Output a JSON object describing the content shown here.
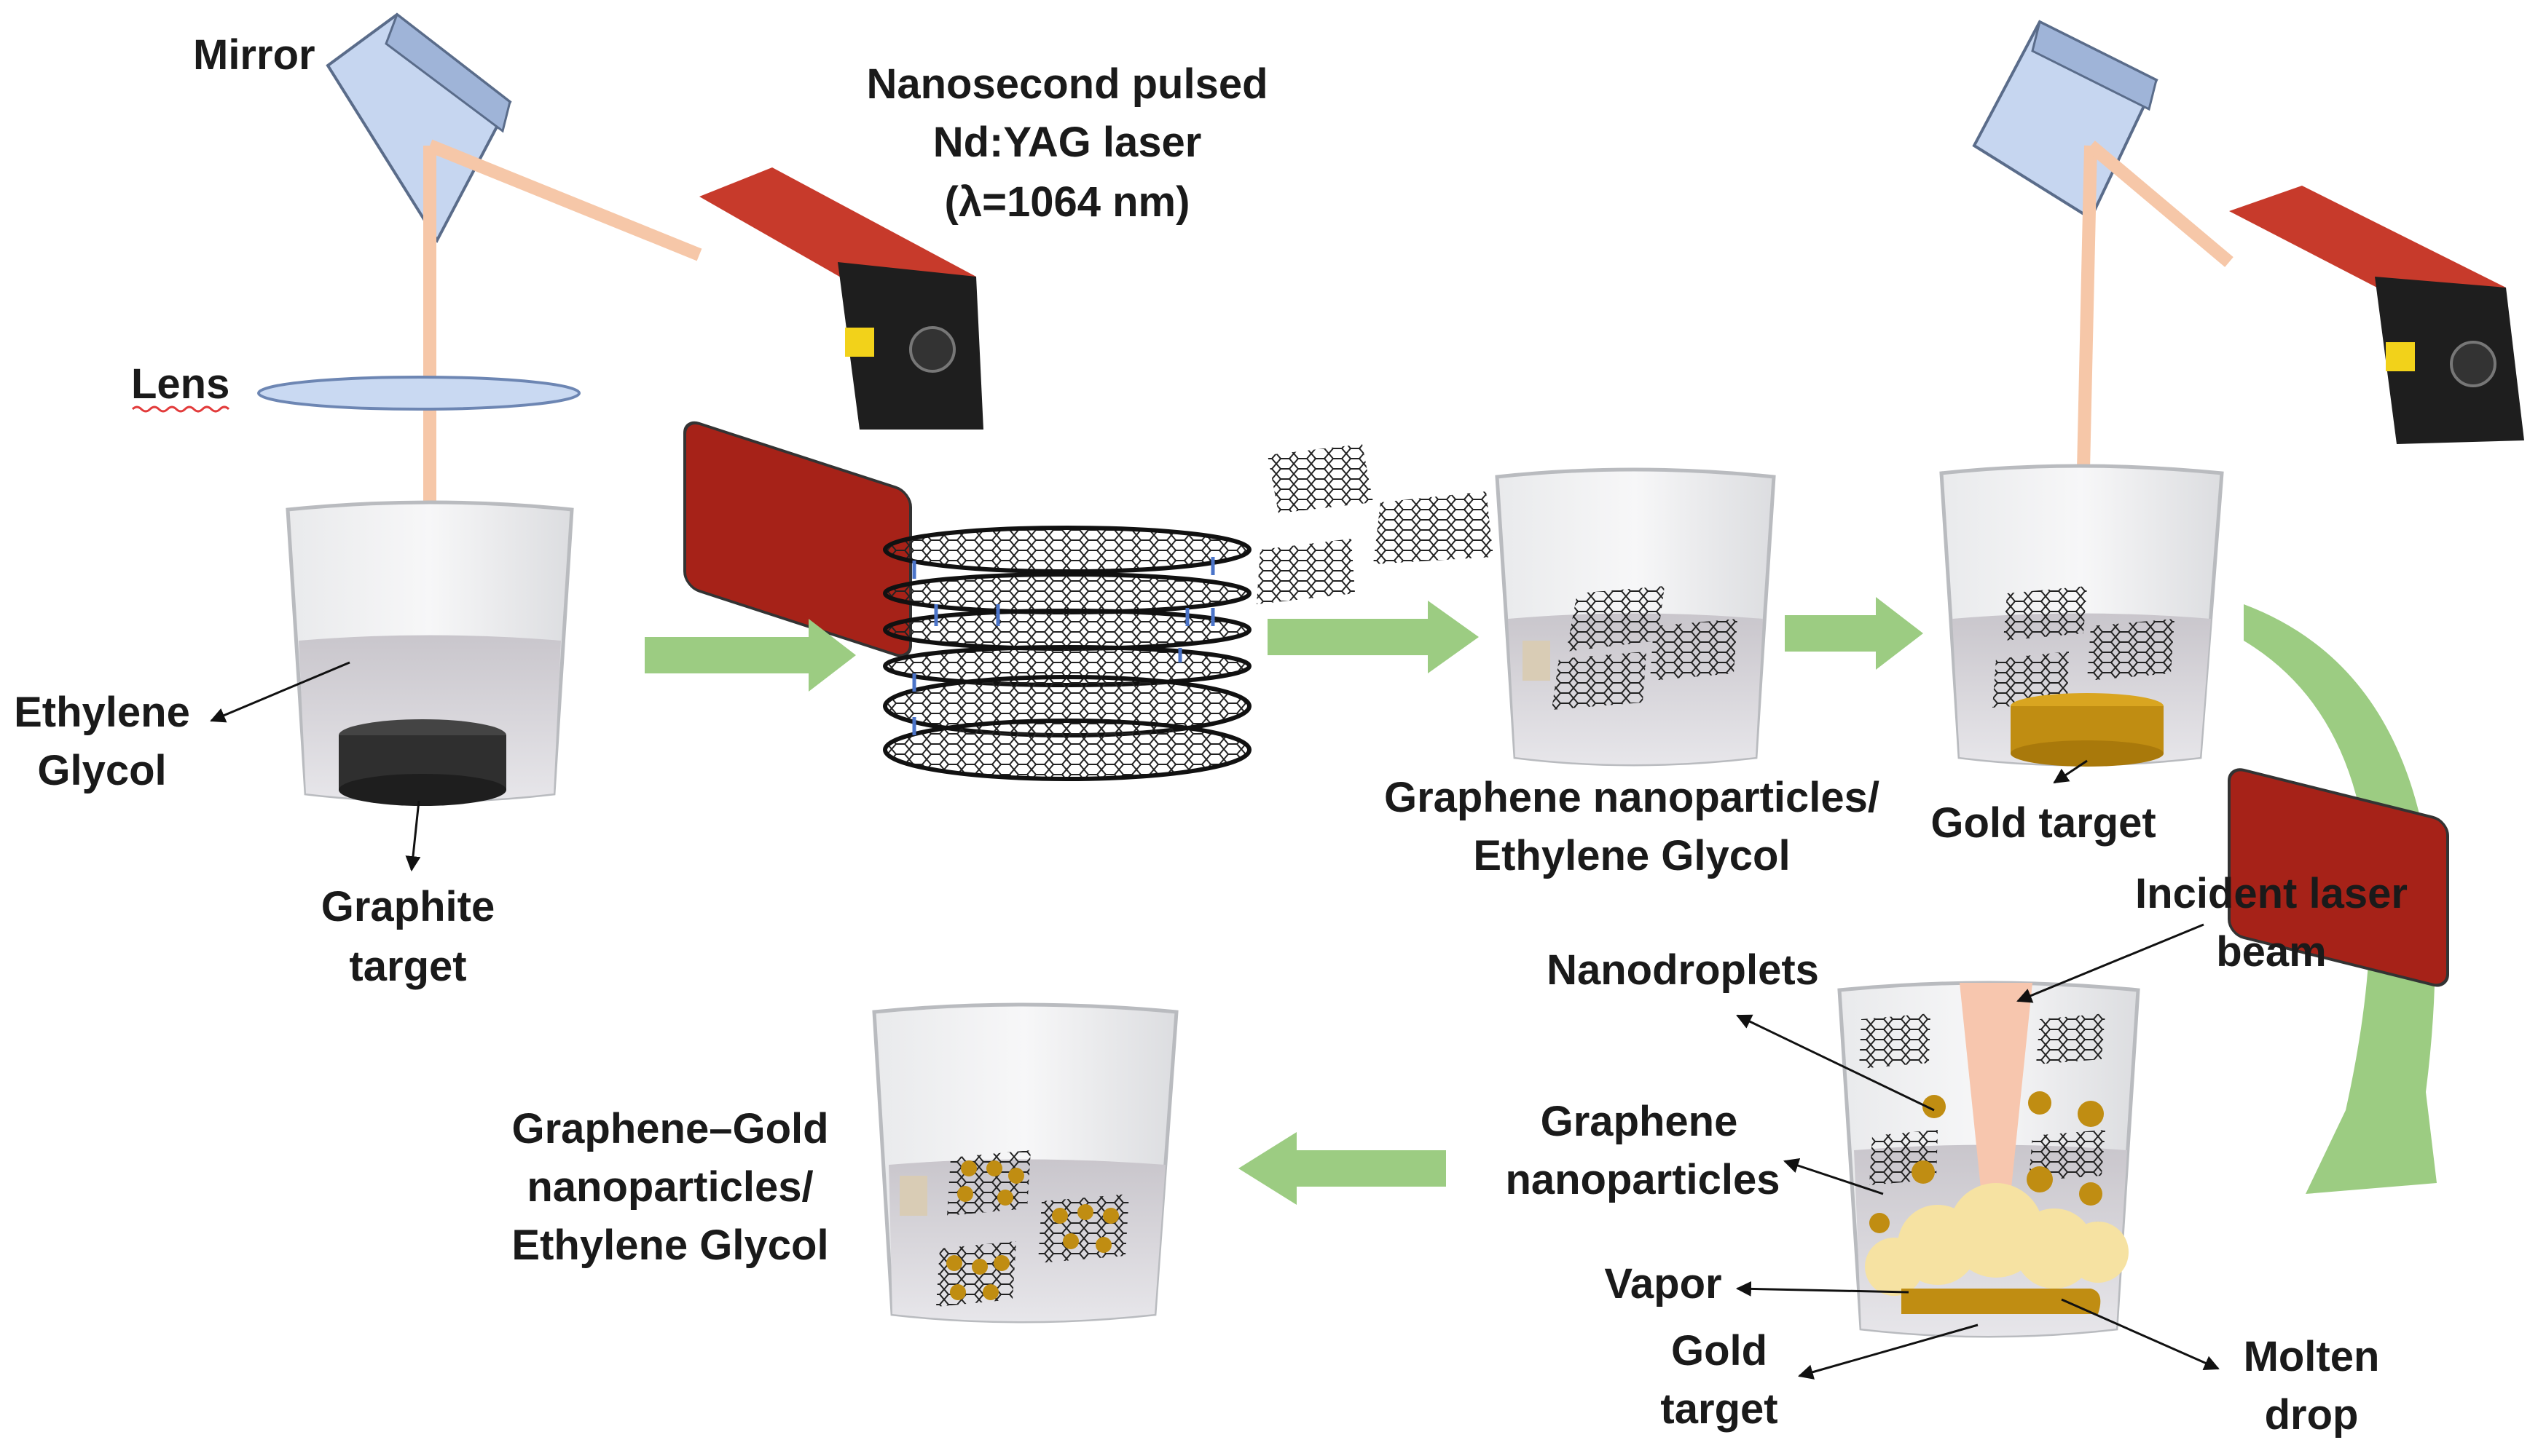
{
  "labels": {
    "mirror": "Mirror",
    "laser_line1": "Nanosecond pulsed",
    "laser_line2": "Nd:YAG laser",
    "laser_line3": "(λ=1064 nm)",
    "lens": "Lens",
    "ethylene_line1": "Ethylene",
    "ethylene_line2": "Glycol",
    "graphite_line1": "Graphite",
    "graphite_line2": "target",
    "graphene_eg_line1": "Graphene nanoparticles/",
    "graphene_eg_line2": "Ethylene Glycol",
    "gold_target": "Gold target",
    "incident_line1": "Incident laser",
    "incident_line2": "beam",
    "nanodroplets": "Nanodroplets",
    "graphene_np_line1": "Graphene",
    "graphene_np_line2": "nanoparticles",
    "vapor": "Vapor",
    "gold2_line1": "Gold",
    "gold2_line2": "target",
    "molten_line1": "Molten",
    "molten_line2": "drop",
    "final_line1": "Graphene–Gold",
    "final_line2": "nanoparticles/",
    "final_line3": "Ethylene Glycol"
  },
  "colors": {
    "beam": "#f6c7a8",
    "arrow_green": "#9ccc82",
    "arrow_green_dark": "#6f9c55",
    "gold": "#c08d12",
    "laser_red": "#b5261e",
    "mirror_blue": "#bcd0ec"
  }
}
